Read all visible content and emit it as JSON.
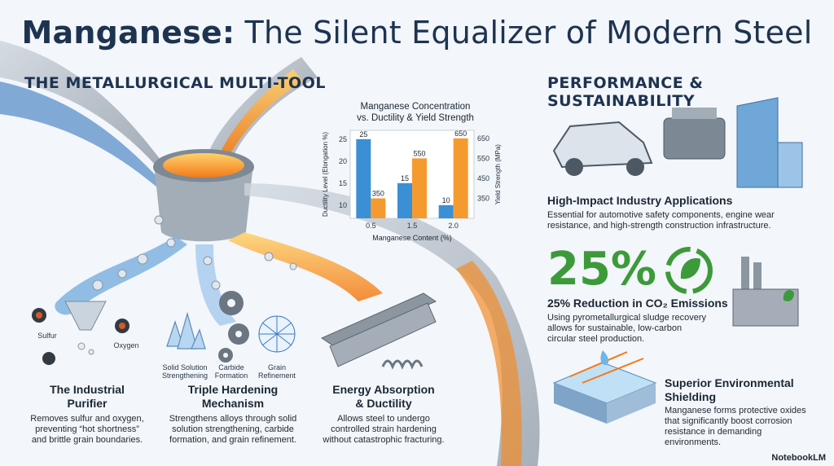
{
  "title": {
    "bold": "Manganese:",
    "rest": " The Silent Equalizer of Modern Steel"
  },
  "left_section": {
    "heading": "THE METALLURGICAL MULTI-TOOL"
  },
  "right_section": {
    "heading": "PERFORMANCE & SUSTAINABILITY"
  },
  "purifier": {
    "sulfur_label": "Sulfur",
    "oxygen_label": "Oxygen",
    "title_line1": "The Industrial",
    "title_line2": "Purifier",
    "body_line1": "Removes sulfur and oxygen,",
    "body_line2": "preventing “hot shortness”",
    "body_line3": "and brittle grain boundaries."
  },
  "hardening": {
    "icon1_line1": "Solid Solution",
    "icon1_line2": "Strengthening",
    "icon2_line1": "Carbide",
    "icon2_line2": "Formation",
    "icon3_line1": "Grain",
    "icon3_line2": "Refinement",
    "title_line1": "Triple Hardening",
    "title_line2": "Mechanism",
    "body_line1": "Strengthens alloys through solid",
    "body_line2": "solution strengthening, carbide",
    "body_line3": "formation, and grain refinement."
  },
  "energy": {
    "title_line1": "Energy Absorption",
    "title_line2": "& Ductility",
    "body_line1": "Allows steel to undergo",
    "body_line2": "controlled strain hardening",
    "body_line3": "without catastrophic fracturing."
  },
  "industry": {
    "title": "High-Impact Industry Applications",
    "body_line1": "Essential for automotive safety components, engine wear",
    "body_line2": "resistance, and high-strength construction infrastructure."
  },
  "co2": {
    "stat": "25%",
    "title": "25% Reduction in CO₂ Emissions",
    "body_line1": "Using pyrometallurgical sludge recovery",
    "body_line2": "allows for sustainable, low-carbon",
    "body_line3": "circular steel production."
  },
  "shield": {
    "title_line1": "Superior Environmental",
    "title_line2": "Shielding",
    "body_line1": "Manganese forms protective oxides",
    "body_line2": "that significantly boost corrosion",
    "body_line3": "resistance in demanding",
    "body_line4": "environments."
  },
  "brand": "NotebookLM",
  "colors": {
    "heading": "#1e3350",
    "blue_bar": "#3b8fd4",
    "orange_bar": "#f59a2e",
    "green_stat": "#3d9a3a"
  },
  "icons": [
    "sulfur-particle-icon",
    "oxygen-particle-icon",
    "crystal-icon",
    "gears-icon",
    "lattice-icon",
    "i-beam-icon",
    "spring-icon",
    "car-frame-icon",
    "engine-icon",
    "building-icon",
    "recycle-leaf-icon",
    "factory-icon",
    "shield-block-icon"
  ],
  "chart_data": {
    "type": "bar",
    "title_line1": "Manganese Concentration",
    "title_line2": "vs. Ductility & Yield Strength",
    "xlabel": "Manganese Content (%)",
    "ylabel_left": "Ductility Level (Elongation %)",
    "ylabel_right": "Yield Strength (MPa)",
    "categories": [
      "0.5",
      "1.5",
      "2.0"
    ],
    "series": [
      {
        "axis": "left",
        "color": "#3b8fd4",
        "values": [
          25,
          15,
          10
        ]
      },
      {
        "axis": "right",
        "color": "#f59a2e",
        "values": [
          350,
          550,
          650
        ]
      }
    ],
    "left_ticks": [
      "10",
      "15",
      "20",
      "25"
    ],
    "right_ticks": [
      "350",
      "450",
      "550",
      "650"
    ],
    "left_range": [
      7,
      27
    ],
    "right_range": [
      250,
      690
    ]
  }
}
